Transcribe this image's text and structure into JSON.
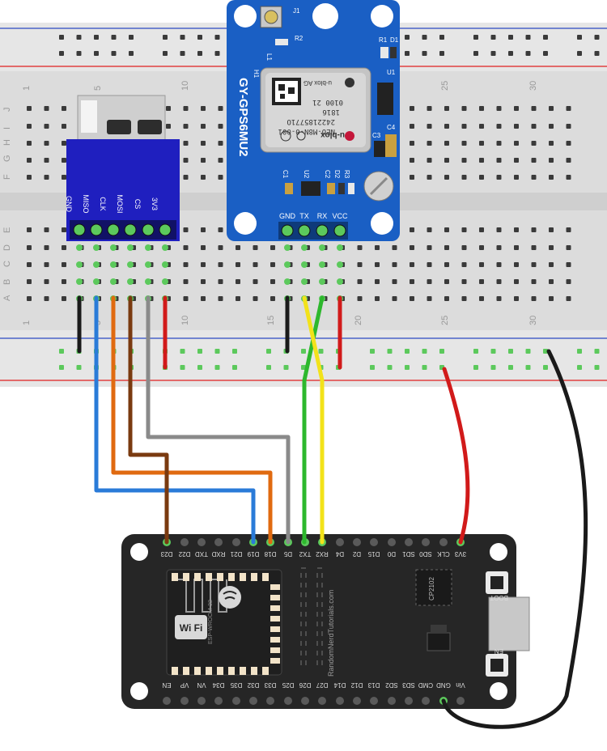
{
  "breadboard": {
    "row_letters_top": [
      "J",
      "I",
      "H",
      "G",
      "F"
    ],
    "row_letters_bottom": [
      "E",
      "D",
      "C",
      "B",
      "A"
    ],
    "column_numbers": [
      "1",
      "5",
      "10",
      "15",
      "20",
      "25",
      "30"
    ],
    "colors": {
      "body": "#d8d8d8",
      "hole": "#3a3a3a",
      "red_rail": "#e04040",
      "blue_rail": "#4a63c8",
      "active": "#5cc95c"
    }
  },
  "sd_module": {
    "pins": [
      "GND",
      "MISO",
      "CLK",
      "MOSI",
      "CS",
      "3V3"
    ],
    "color": "#1f1fbf"
  },
  "gps_module": {
    "board_label": "GY-GPS6MU2",
    "chip_line1": "NEO-M8N-0-001",
    "chip_line2": "2422185771O",
    "chip_line3": "1816",
    "chip_line4": "0100 21",
    "chip_brand": "u-blox",
    "chip_brand_small": "u-blox AG",
    "ref_labels": [
      "J1",
      "R2",
      "L1",
      "H1",
      "R1",
      "D1",
      "U1",
      "C3",
      "C4",
      "C1",
      "U2",
      "C2",
      "D2",
      "R3"
    ],
    "pins": [
      "GND",
      "TX",
      "RX",
      "VCC"
    ],
    "color": "#1a5fc4"
  },
  "esp32": {
    "top_pins": [
      "D23",
      "D22",
      "TXD",
      "RXD",
      "D21",
      "D19",
      "D18",
      "D5",
      "TX2",
      "RX2",
      "D4",
      "D2",
      "D15",
      "D0",
      "SD1",
      "SD0",
      "CLK",
      "3V3"
    ],
    "bottom_pins": [
      "EN",
      "VP",
      "VN",
      "D34",
      "D35",
      "D32",
      "D33",
      "D25",
      "D26",
      "D27",
      "D14",
      "D12",
      "D13",
      "SD2",
      "SD3",
      "CMD",
      "GND",
      "Vin"
    ],
    "module_text": "ESP-WROOM-32",
    "wifi_text": "Wi Fi",
    "usb_chip": "CP2102",
    "site_text": "RandomNerdTutorials.com",
    "boot_label": "BOOT",
    "en_label": "EN",
    "color": "#262626"
  },
  "wire_colors": {
    "black": "#1a1a1a",
    "blue": "#2a7bd8",
    "orange": "#e06a10",
    "brown": "#7a3a10",
    "gray": "#8a8a8a",
    "red": "#d11a1a",
    "green": "#2db82d",
    "yellow": "#f2e21a"
  }
}
